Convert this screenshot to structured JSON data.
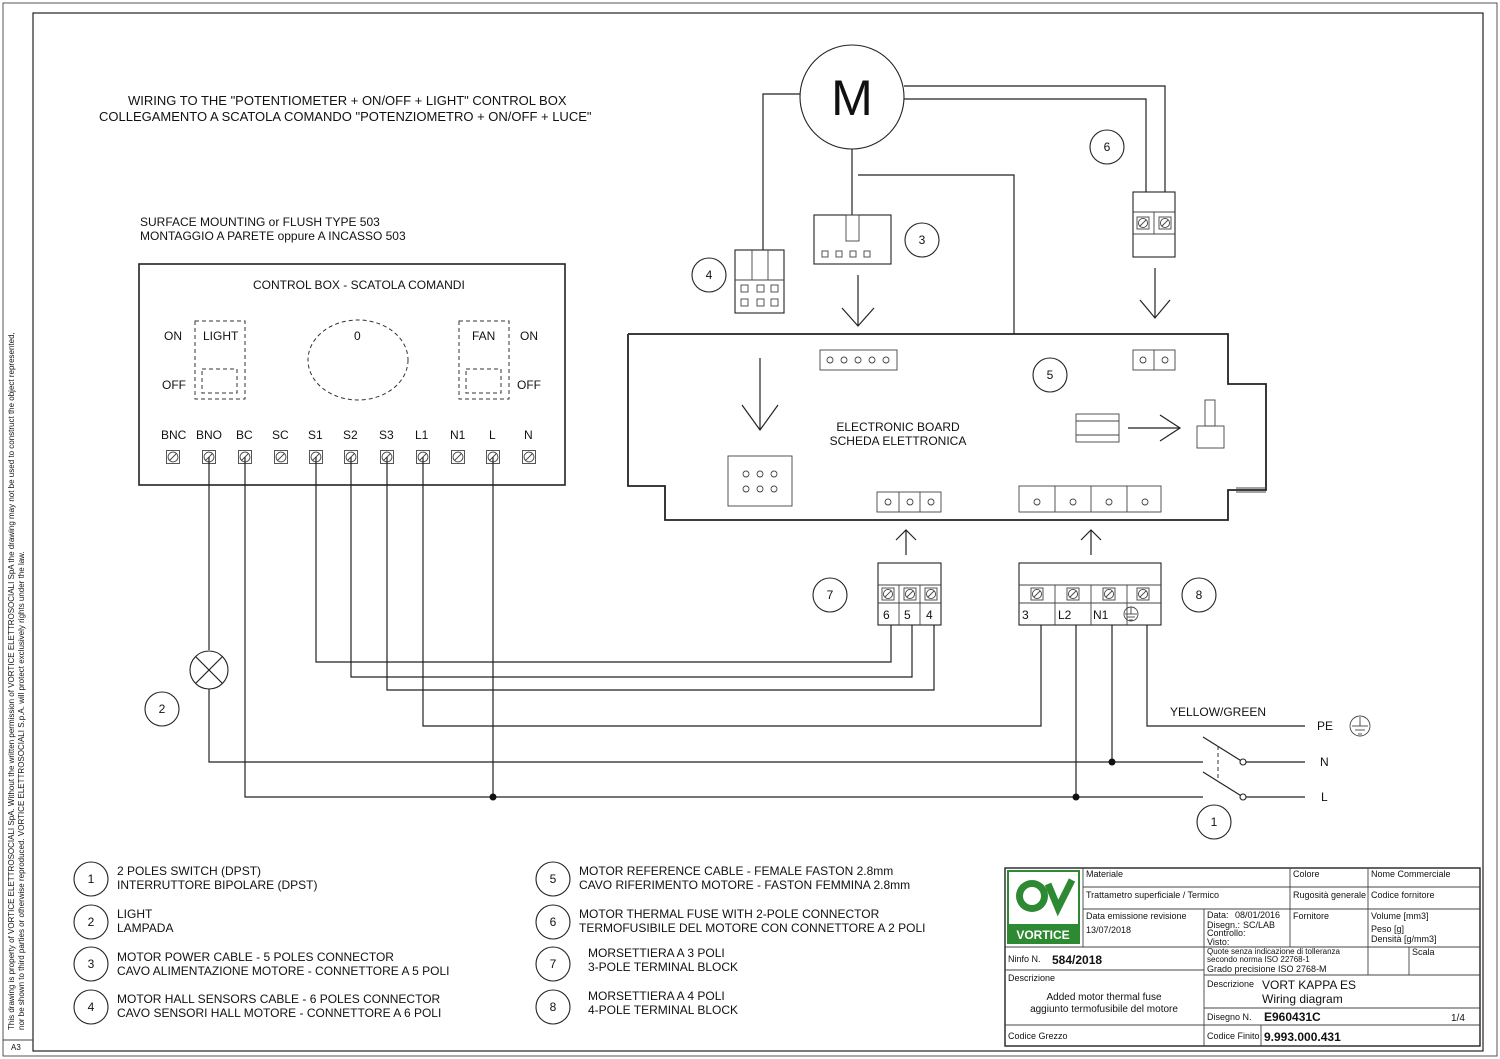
{
  "titles": {
    "line1": "WIRING TO THE \"POTENTIOMETER + ON/OFF + LIGHT\" CONTROL BOX",
    "line2": "COLLEGAMENTO A SCATOLA COMANDO \"POTENZIOMETRO + ON/OFF + LUCE\"",
    "mount1": "SURFACE MOUNTING or FLUSH TYPE 503",
    "mount2": "MONTAGGIO A PARETE oppure A INCASSO 503"
  },
  "control_box": {
    "title": "CONTROL BOX - SCATOLA COMANDI",
    "on_left": "ON",
    "off_left": "OFF",
    "light": "LIGHT",
    "pot": "0",
    "fan": "FAN",
    "on_right": "ON",
    "off_right": "OFF",
    "terminals": [
      "BNC",
      "BNO",
      "BC",
      "SC",
      "S1",
      "S2",
      "S3",
      "L1",
      "N1",
      "L",
      "N"
    ]
  },
  "motor_label": "M",
  "board": {
    "line1": "ELECTRONIC BOARD",
    "line2": "SCHEDA ELETTRONICA"
  },
  "callouts": [
    "1",
    "2",
    "3",
    "4",
    "5",
    "6",
    "7",
    "8"
  ],
  "tb3_labels": [
    "6",
    "5",
    "4"
  ],
  "tb4_labels": [
    "3",
    "L2",
    "N1"
  ],
  "mains": {
    "yellow_green": "YELLOW/GREEN",
    "pe": "PE",
    "n": "N",
    "l": "L"
  },
  "legend": [
    {
      "num": "1",
      "en": "2 POLES SWITCH (DPST)",
      "it": "INTERRUTTORE BIPOLARE (DPST)"
    },
    {
      "num": "2",
      "en": "LIGHT",
      "it": "LAMPADA"
    },
    {
      "num": "3",
      "en": "MOTOR POWER CABLE - 5 POLES CONNECTOR",
      "it": "CAVO ALIMENTAZIONE MOTORE - CONNETTORE A 5 POLI"
    },
    {
      "num": "4",
      "en": "MOTOR HALL SENSORS CABLE - 6 POLES CONNECTOR",
      "it": "CAVO SENSORI HALL MOTORE - CONNETTORE A 6 POLI"
    },
    {
      "num": "5",
      "en": "MOTOR REFERENCE CABLE - FEMALE FASTON 2.8mm",
      "it": "CAVO RIFERIMENTO MOTORE - FASTON FEMMINA 2.8mm"
    },
    {
      "num": "6",
      "en": "MOTOR THERMAL FUSE WITH 2-POLE CONNECTOR",
      "it": "TERMOFUSIBILE DEL MOTORE CON CONNETTORE A 2 POLI"
    },
    {
      "num": "7",
      "en": "MORSETTIERA A 3 POLI",
      "it": "3-POLE TERMINAL BLOCK"
    },
    {
      "num": "8",
      "en": "MORSETTIERA A 4 POLI",
      "it": "4-POLE TERMINAL BLOCK"
    }
  ],
  "title_block": {
    "logo": "VORTICE",
    "materiale": "Materiale",
    "colore": "Colore",
    "nome_commerciale": "Nome Commerciale",
    "trattamento": "Trattametro superficiale / Termico",
    "rugosita": "Rugosità generale",
    "codice_fornitore": "Codice fornitore",
    "data_emissione": "Data emissione revisione",
    "data_emissione_val": "13/07/2018",
    "data": "Data:",
    "data_val": "08/01/2016",
    "disegn": "Disegn.:",
    "disegn_val": "SC/LAB",
    "controllo": "Controllo:",
    "visto": "Visto:",
    "fornitore": "Fornitore",
    "volume": "Volume [mm3]",
    "peso": "Peso [g]",
    "densita": "Densità [g/mm3]",
    "nifo_label": "Ninfo N.",
    "nifo_val": "584/2018",
    "tolleranza1": "Quote senza indicazione di tolleranza",
    "tolleranza2": "secondo norma ISO 22768-1",
    "precisione": "Grado precisione ISO 2768-M",
    "scala": "Scala",
    "descrizione_label": "Descrizione",
    "descrizione_1": "Added motor thermal fuse",
    "descrizione_2": "aggiunto termofusibile del motore",
    "descr2_label": "Descrizione",
    "descr2_1": "VORT KAPPA ES",
    "descr2_2": "Wiring diagram",
    "disegno_label": "Disegno N.",
    "disegno_val": "E960431C",
    "sheet": "1/4",
    "codice_grezzo": "Codice Grezzo",
    "codice_finito_label": "Codice Finito",
    "codice_finito_val": "9.993.000.431"
  },
  "side_note_1": "This drawing is property of VORTICE ELETTROSOCIALI SpA. Without the written permission of VORTICE ELETTROSOCIALI SpA the drawing may not be used to construct the object represented,",
  "side_note_2": "nor be shown to third parties or otherwise reproduced. VORTICE ELETTROSOCIALI S.p.A. will protect exclusively rights under the law.",
  "sheet_size": "A3"
}
